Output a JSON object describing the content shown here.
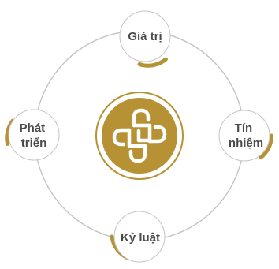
{
  "colors": {
    "accent_gold": "#b69234",
    "gold_light": "#d2b262",
    "ring_gray": "#bdbdbd",
    "bubble_fill": "#ffffff",
    "text": "#4a4a4a"
  },
  "center": {
    "icon": "interlocking-knot-emblem-icon"
  },
  "nodes": [
    {
      "id": "top",
      "lines": [
        "Giá trị"
      ]
    },
    {
      "id": "left",
      "lines": [
        "Phát",
        "triển"
      ]
    },
    {
      "id": "right",
      "lines": [
        "Tín",
        "nhiệm"
      ]
    },
    {
      "id": "bottom",
      "lines": [
        "Kỷ luật"
      ]
    }
  ]
}
